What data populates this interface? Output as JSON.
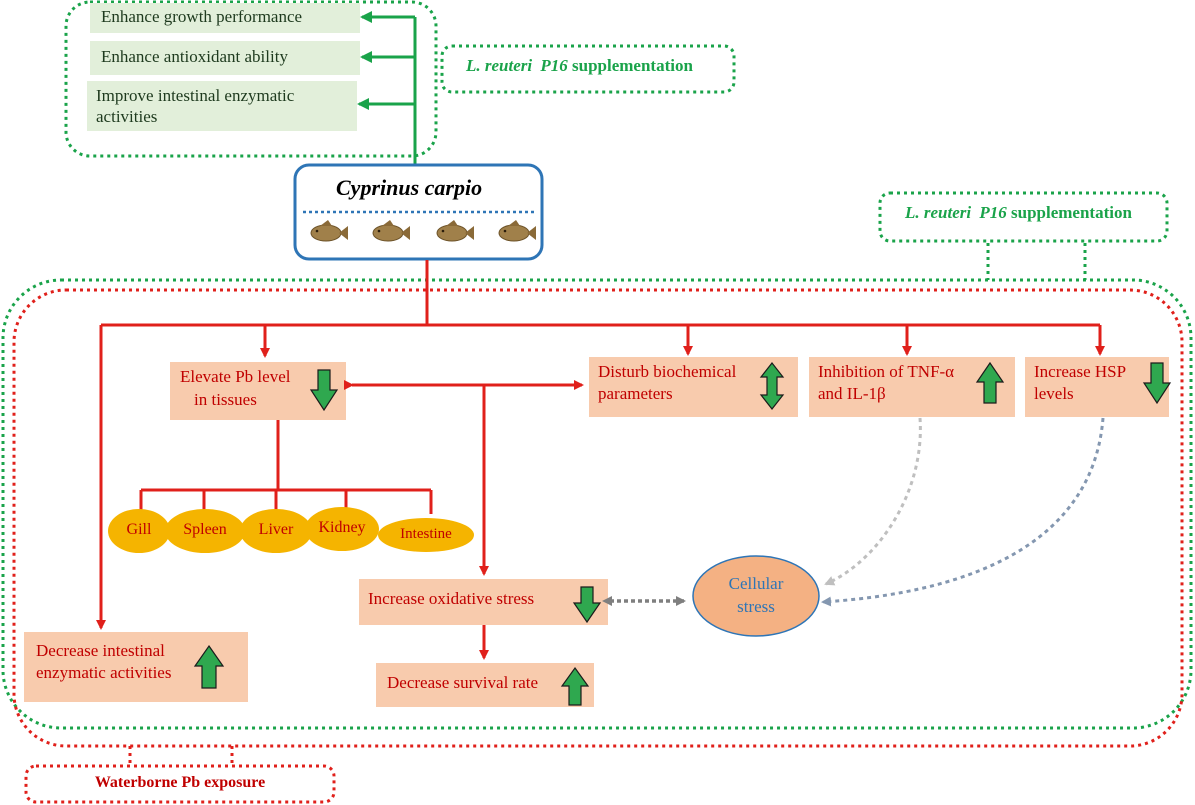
{
  "benefits": {
    "growth": "Enhance growth performance",
    "antioxidant": "Enhance antioxidant ability",
    "enzymatic_line1": "Improve intestinal enzymatic",
    "enzymatic_line2": "activities"
  },
  "supplementation": {
    "species": "L. reuteri",
    "strain": "P16",
    "suffix": "supplementation"
  },
  "species_box": {
    "title": "Cyprinus carpio"
  },
  "effects": {
    "pb_level": [
      "Elevate Pb level",
      "in tissues"
    ],
    "biochemical": [
      "Disturb biochemical",
      "parameters"
    ],
    "tnf": [
      "Inhibition of TNF-α",
      "and IL-1β"
    ],
    "hsp": [
      "Increase HSP",
      "levels"
    ],
    "oxidative": "Increase oxidative stress",
    "survival": "Decrease survival rate",
    "intestinal": [
      "Decrease intestinal",
      "enzymatic activities"
    ]
  },
  "organs": [
    "Gill",
    "Spleen",
    "Liver",
    "Kidney",
    "Intestine"
  ],
  "cellular_stress": [
    "Cellular",
    "stress"
  ],
  "exposure": "Waterborne Pb exposure",
  "colors": {
    "green": "#1aa34a",
    "red": "#e0201b",
    "effect_fill": "#f8cbad",
    "benefit_fill": "#e2efda",
    "organ_fill": "#f5b400",
    "cell_fill": "#f4b183",
    "blue_frame": "#2e75b6",
    "arrow_green": "#2fa84f"
  }
}
